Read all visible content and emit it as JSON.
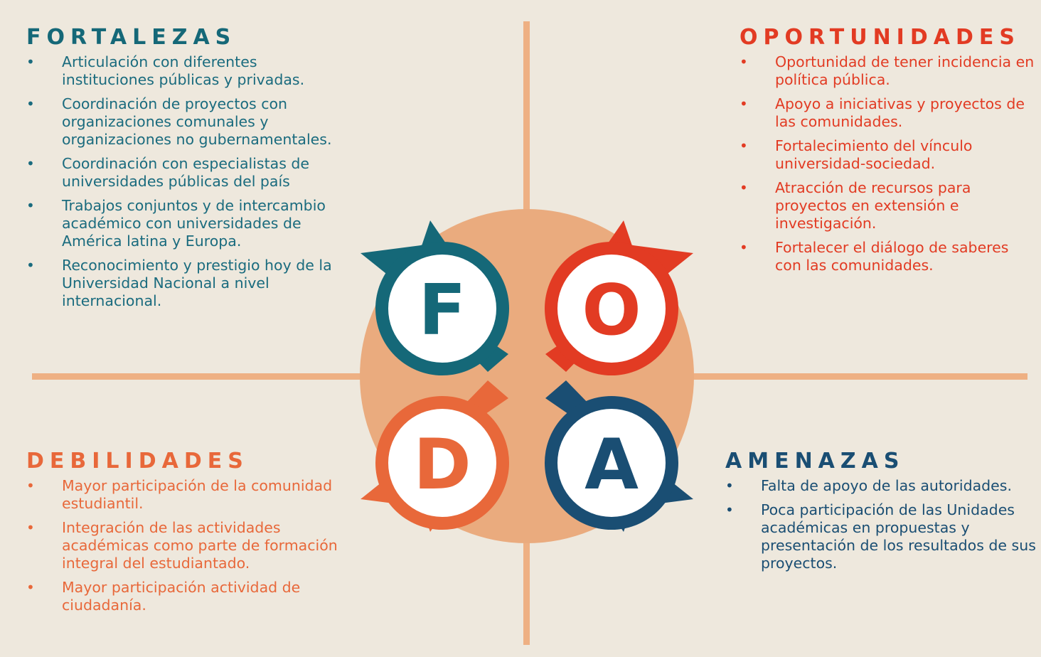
{
  "colors": {
    "background": "#eee8dd",
    "cross_lines": "#eeb083",
    "center_circle": "#eaab7e",
    "fortalezas": "#156878",
    "oportunidades": "#e23b23",
    "debilidades": "#e8683a",
    "amenazas": "#1a4e73"
  },
  "letters": {
    "f": "F",
    "o": "O",
    "d": "D",
    "a": "A"
  },
  "fortalezas": {
    "title": "FORTALEZAS",
    "items": [
      "Articulación con diferentes instituciones públicas y privadas.",
      "Coordinación de proyectos con organizaciones comunales y organizaciones no gubernamentales.",
      "Coordinación con especialistas de universidades públicas del país",
      "Trabajos conjuntos y de intercambio académico con universidades de América latina y Europa.",
      "Reconocimiento y prestigio hoy de la Universidad Nacional a nivel internacional."
    ]
  },
  "oportunidades": {
    "title": "OPORTUNIDADES",
    "items": [
      "Oportunidad de tener incidencia en política pública.",
      "Apoyo a iniciativas y proyectos de las comunidades.",
      "Fortalecimiento del vínculo universidad-sociedad.",
      "Atracción de recursos para proyectos en extensión e investigación.",
      "Fortalecer el diálogo de saberes con las comunidades."
    ]
  },
  "debilidades": {
    "title": "DEBILIDADES",
    "items": [
      "Mayor participación de la comunidad estudiantil.",
      "Integración de las actividades académicas como parte de formación integral del estudiantado.",
      "Mayor participación actividad de ciudadanía."
    ]
  },
  "amenazas": {
    "title": "AMENAZAS",
    "items": [
      "Falta de apoyo de las autoridades.",
      "Poca participación de las Unidades académicas en propuestas y presentación de los resultados de sus proyectos."
    ]
  }
}
